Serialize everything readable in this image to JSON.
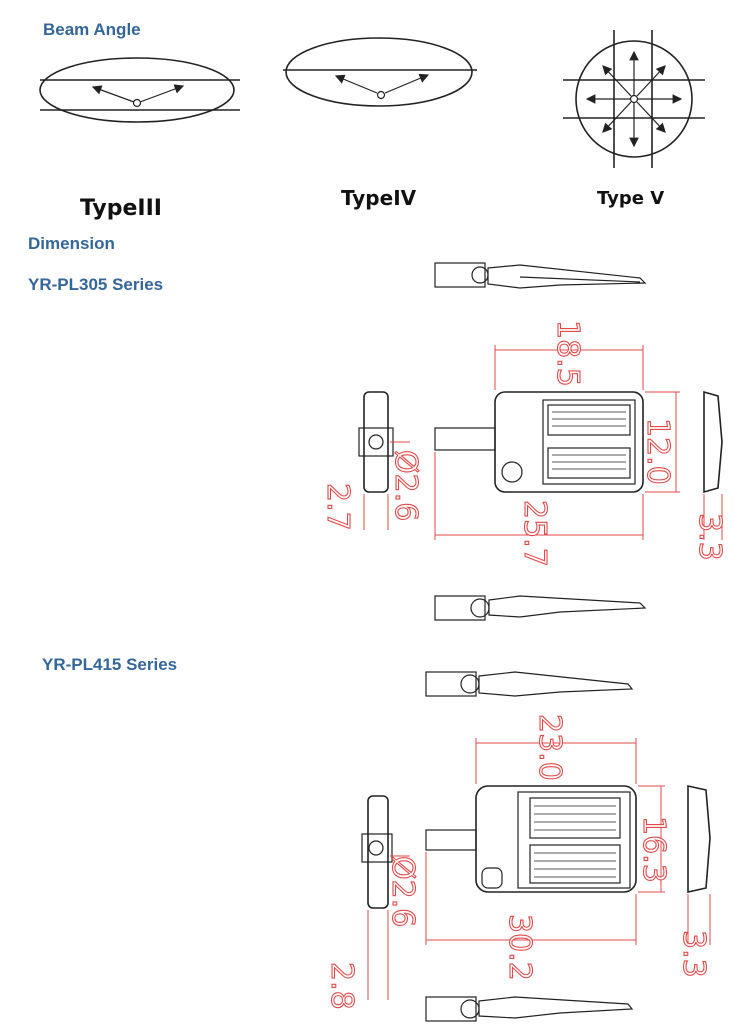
{
  "sections": {
    "beam_angle": "Beam Angle",
    "dimension": "Dimension",
    "series_1": "YR-PL305 Series",
    "series_2": "YR-PL415 Series"
  },
  "beam_types": [
    "TypeIII",
    "TypeIV",
    "Type V"
  ],
  "pl305": {
    "top_width": "18.5",
    "body_height": "12.0",
    "overall_length": "25.7",
    "pole_diameter": "Ø2.6",
    "arm_length": "2.7",
    "thickness": "3.3"
  },
  "pl415": {
    "top_width": "23.0",
    "body_height": "16.3",
    "overall_length": "30.2",
    "pole_diameter": "Ø2.6",
    "arm_length": "2.8",
    "thickness": "3.3"
  },
  "colors": {
    "heading": "#35669a",
    "dimension": "#e24a4a",
    "ink": "#222222"
  }
}
